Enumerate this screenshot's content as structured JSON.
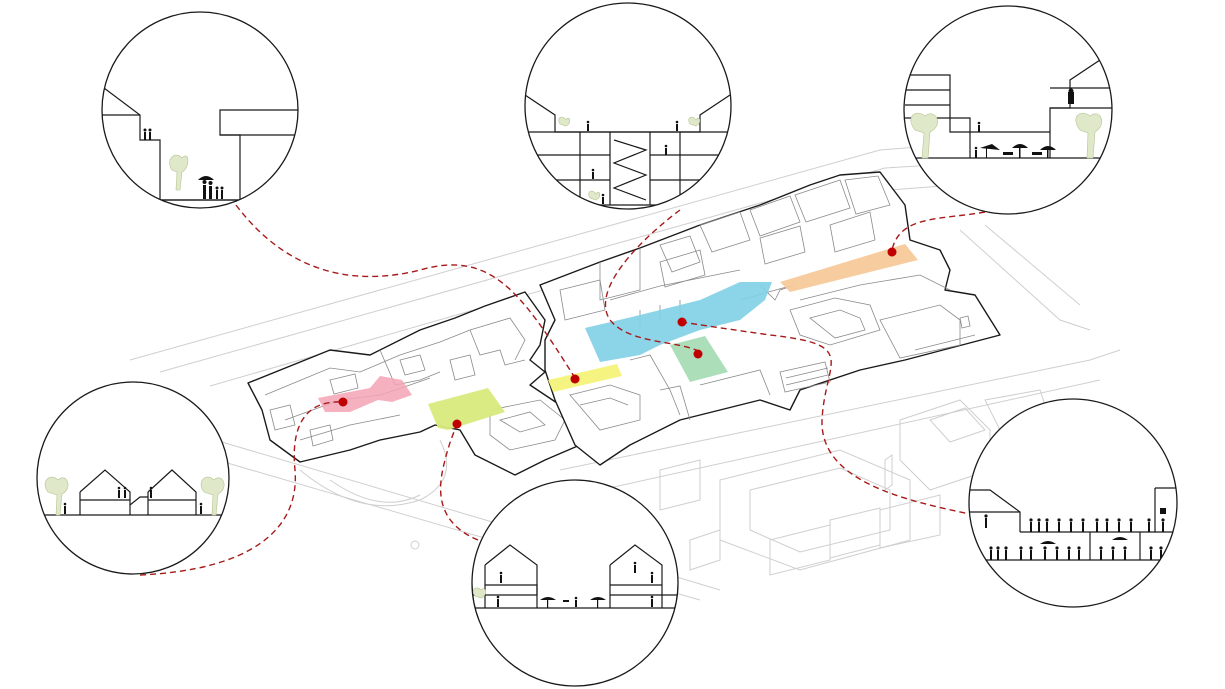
{
  "zones": [
    {
      "id": "pink-courtyard",
      "color": "#f4a3b5"
    },
    {
      "id": "green-plaza",
      "color": "#d9ea7d"
    },
    {
      "id": "yellow-passage",
      "color": "#f6f37a"
    },
    {
      "id": "blue-atrium",
      "color": "#7fd0e6"
    },
    {
      "id": "mint-garden",
      "color": "#a9dcb6"
    },
    {
      "id": "orange-promenade",
      "color": "#f7c99a"
    }
  ],
  "colors": {
    "leader": "#a61a1a",
    "marker": "#c00000",
    "outline": "#1a1a1a",
    "context": "#cfcfcf",
    "tree": "#dfe8c8"
  },
  "vignettes": [
    "top-left-street-section",
    "top-middle-stair-section",
    "top-right-terrace-section",
    "left-roof-section",
    "bottom-middle-plaza-section",
    "right-crowd-section"
  ]
}
